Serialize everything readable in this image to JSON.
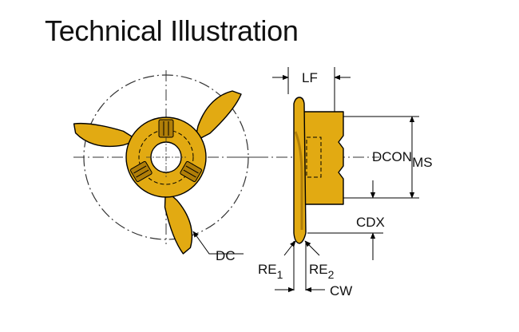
{
  "header": {
    "title": "Technical Illustration"
  },
  "labels": {
    "dc": "DC",
    "lf": "LF",
    "dcon": "DCON",
    "dcon_sub": "MS",
    "cdx": "CDX",
    "re1": "RE",
    "re1_sub": "1",
    "re2": "RE",
    "re2_sub": "2",
    "cw": "CW"
  },
  "colors": {
    "insert_fill": "#e2aa12",
    "insert_dark": "#b07e08",
    "outline": "#000000",
    "background": "#ffffff"
  }
}
